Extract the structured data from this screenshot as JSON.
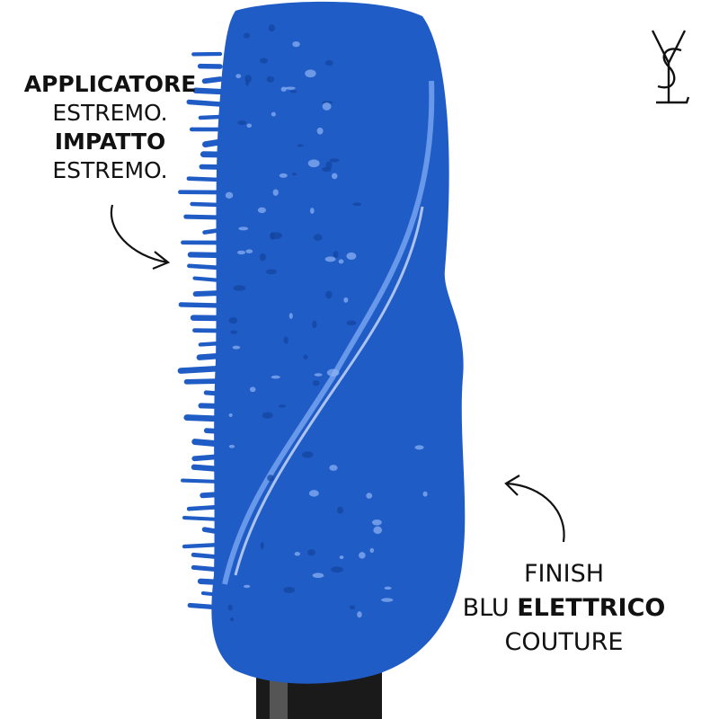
{
  "brand": {
    "logo": "YSL",
    "logo_icon": "ysl-monogram-logo"
  },
  "left_callout": {
    "line1_bold": "APPLICATORE",
    "line2": "ESTREMO.",
    "line3_bold": "IMPATTO",
    "line4": "ESTREMO."
  },
  "right_callout": {
    "line1": "FINISH",
    "line2_regular": "BLU",
    "line2_bold": "ELETTRICO",
    "line3": "COUTURE"
  },
  "colors": {
    "mascara_blue": "#1f5cc6",
    "highlight": "#6f9ef0",
    "stem": "#1a1a1a",
    "text": "#111111"
  }
}
